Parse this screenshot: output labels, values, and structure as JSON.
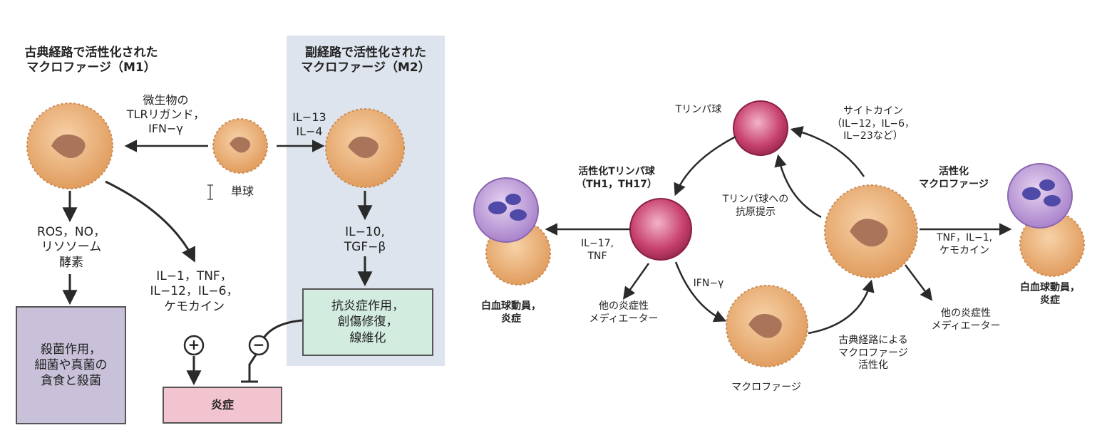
{
  "colors": {
    "m2_panel": "#dde4ee",
    "kill_box": "#c9c0d9",
    "inflam_box": "#f2c4d0",
    "repair_box": "#d3ece0",
    "cell_outer": "#e7b27a",
    "cell_nucleus": "#a9745a",
    "lymph": "#c8426e",
    "neutrophil": "#b28cd1",
    "nucleus_blue": "#4f4aa8"
  },
  "left": {
    "m1_title": "古典経路で活性化された\nマクロファージ（M1）",
    "m2_title": "副経路で活性化された\nマクロファージ（M2）",
    "tlr_label": "微生物の\nTLRリガンド，\nIFN−γ",
    "il13_label": "IL−13\nIL−4",
    "monocyte_label": "単球",
    "ros_label": "ROS，NO，\nリソソーム\n酵素",
    "il10_label": "IL−10,\nTGF−β",
    "cytokines_label": "IL−1，TNF，\nIL−12，IL−6，\nケモカイン",
    "kill_box": "殺菌作用，\n細菌や真菌の\n貪食と殺菌",
    "repair_box": "抗炎症作用，\n創傷修復，\n線維化",
    "inflam_box": "炎症",
    "plus_sign": "+",
    "minus_sign": "−"
  },
  "right": {
    "t_lymph": "Tリンパ球",
    "cytokine_top": "サイトカイン\n（IL−12，IL−6，\nIL−23など）",
    "activated_t": "活性化Tリンパ球\n（TH1，TH17）",
    "antigen": "Tリンパ球への\n抗原提示",
    "activated_mac": "活性化\nマクロファージ",
    "il17": "IL−17,\nTNF",
    "tnf_right": "TNF，IL−1,\nケモカイン",
    "leuko_left": "白血球動員，\n炎症",
    "leuko_right": "白血球動員，\n炎症",
    "other_mediators_left": "他の炎症性\nメディエーター",
    "ifn": "IFN−γ",
    "other_mediators_right": "他の炎症性\nメディエーター",
    "classic": "古典経路による\nマクロファージ\n活性化",
    "macrophage": "マクロファージ"
  }
}
